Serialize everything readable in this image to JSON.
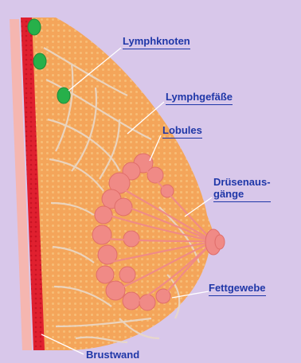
{
  "diagram": {
    "labels": {
      "lymph_nodes": "Lymphknoten",
      "lymph_vessels": "Lymphgefäße",
      "lobules": "Lobules",
      "ducts_line1": "Drüsenaus-",
      "ducts_line2": "gänge",
      "fat_tissue": "Fettgewebe",
      "chest_wall": "Brustwand"
    },
    "colors": {
      "background": "#d8c7ea",
      "breast_tissue": "#f4a55a",
      "chest_wall": "#e0202f",
      "skin_edge": "#f5b6b0",
      "lobules": "#f08a86",
      "lymph_nodes": "#27b04a",
      "label_text": "#1f37a8"
    }
  }
}
